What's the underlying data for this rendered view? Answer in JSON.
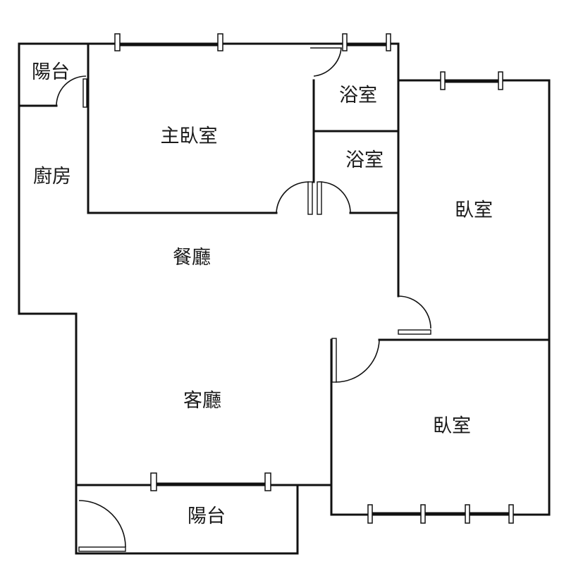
{
  "rooms": {
    "balcony_top": "陽台",
    "kitchen": "廚房",
    "master_bedroom": "主臥室",
    "bath_upper": "浴室",
    "bath_lower": "浴室",
    "dining": "餐廳",
    "living": "客廳",
    "bedroom_right_upper": "臥室",
    "bedroom_right_lower": "臥室",
    "balcony_bottom": "陽台"
  },
  "colors": {
    "wall": "#111111",
    "text": "#1a1a1a",
    "background": "#ffffff"
  }
}
